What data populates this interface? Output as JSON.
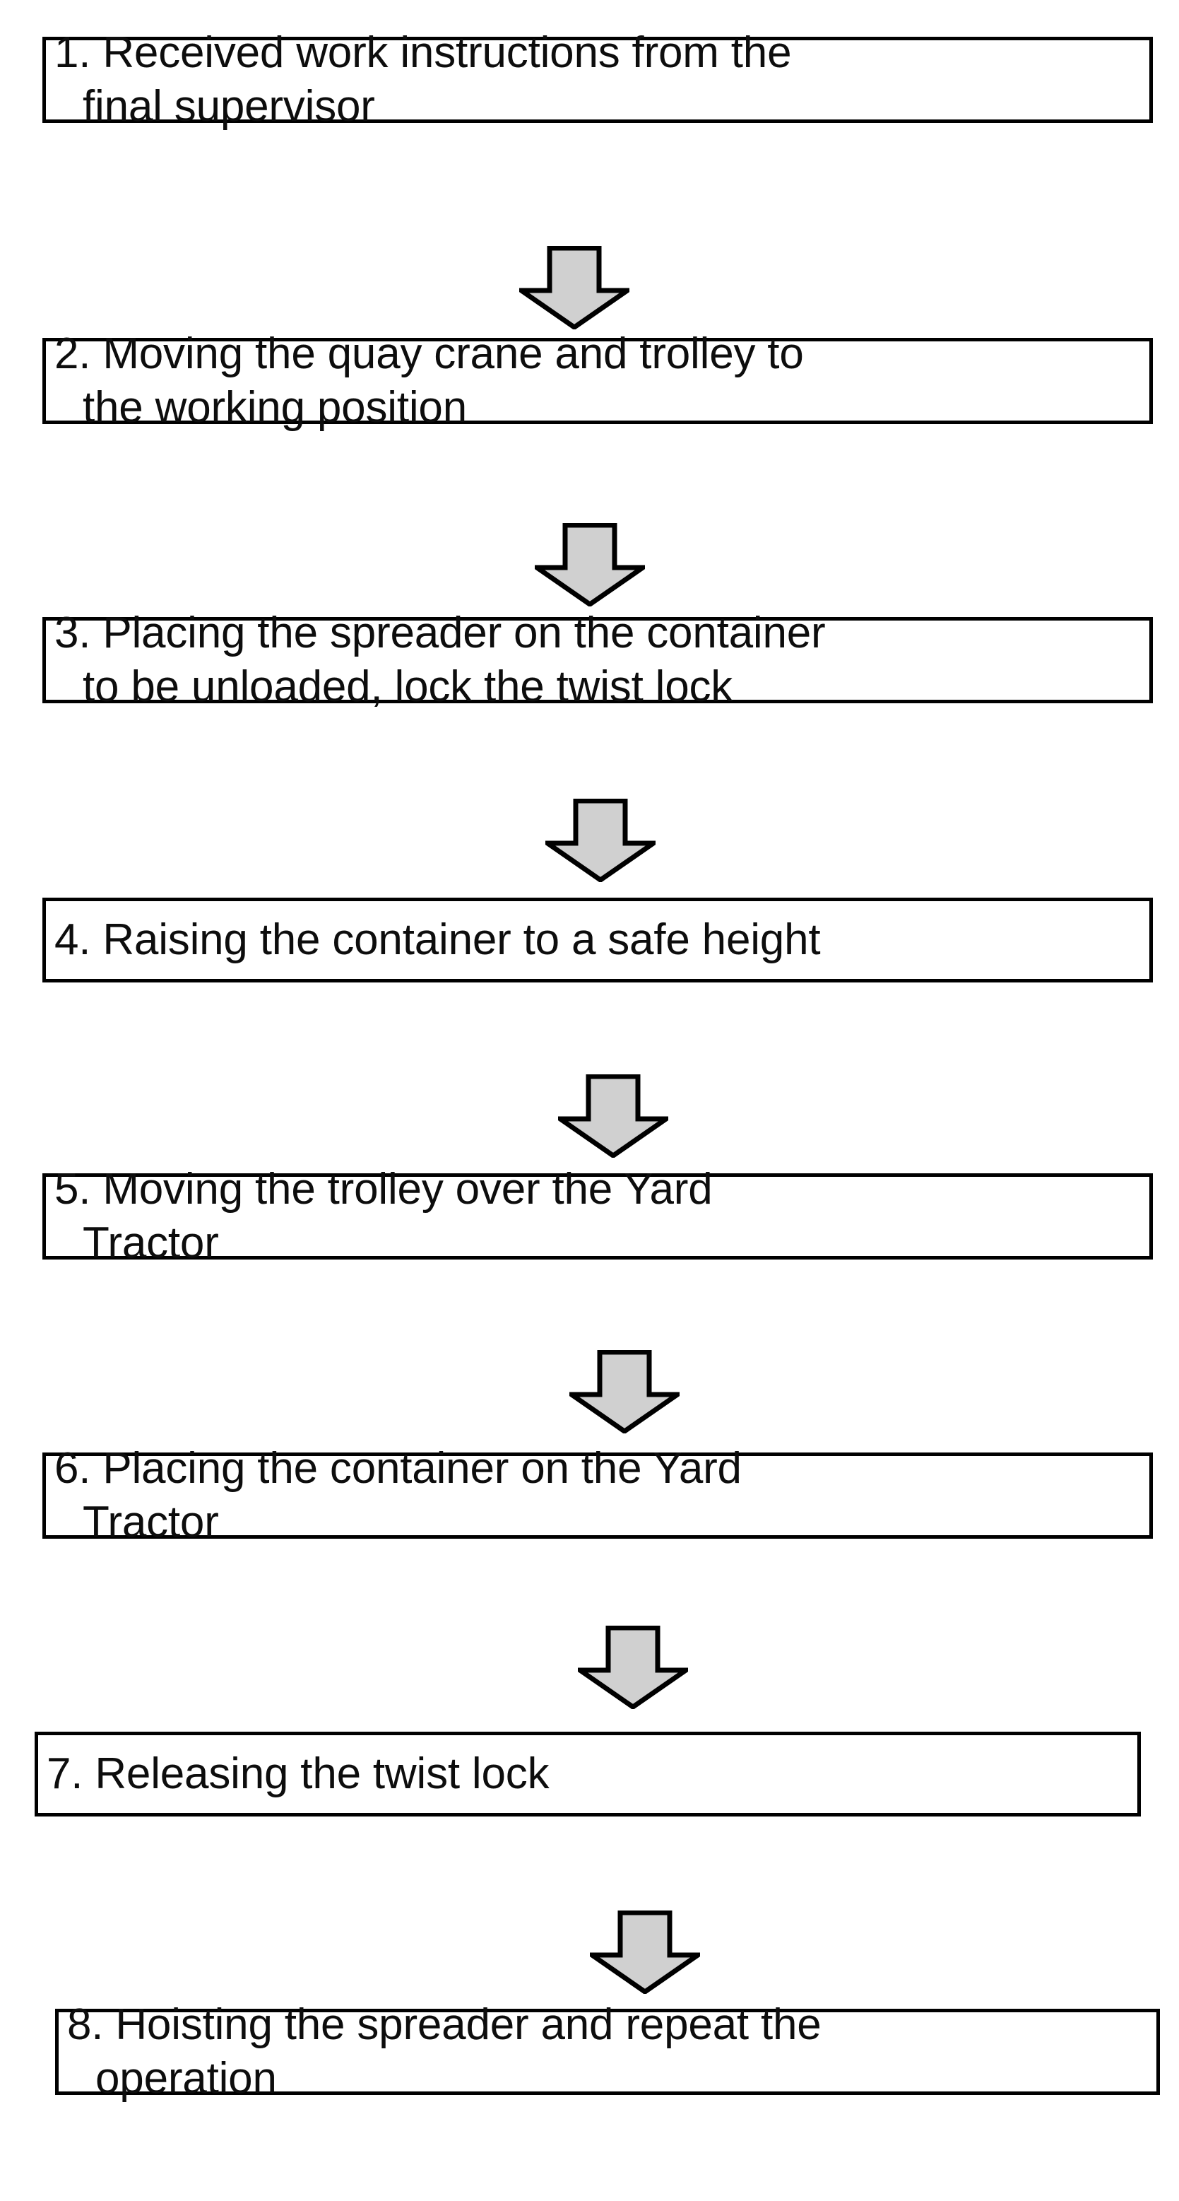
{
  "diagram": {
    "title": "Quay crane container unloading operation flowchart",
    "orientation": "vertical top-to-bottom",
    "box_fill": "#FFFFFF",
    "box_stroke": "#000000",
    "arrow_fill": "#D0D0D0",
    "arrow_stroke": "#000000",
    "text_color": "#0D0D0D",
    "steps": [
      {
        "number": "1.",
        "text": "1. Received work instructions from the\nfinal supervisor",
        "line1": "Received work instructions from the",
        "line2": "final supervisor"
      },
      {
        "number": "2.",
        "text": "2. Moving the quay crane and trolley to\nthe working position",
        "line1": "Moving the quay crane and trolley to",
        "line2": "the working position"
      },
      {
        "number": "3.",
        "text": "3. Placing the spreader on the container\nto be unloaded, lock the twist lock",
        "line1": "Placing the spreader on the container",
        "line2": "to be unloaded, lock the twist lock"
      },
      {
        "number": "4.",
        "text": "4. Raising the container to a safe height",
        "line1": "Raising the container to a safe height",
        "line2": ""
      },
      {
        "number": "5.",
        "text": "5. Moving the trolley over the Yard\nTractor",
        "line1": "Moving the trolley over the Yard",
        "line2": "Tractor"
      },
      {
        "number": "6.",
        "text": "6. Placing the container on the Yard\nTractor",
        "line1": "Placing the container on the Yard",
        "line2": "Tractor"
      },
      {
        "number": "7.",
        "text": "7. Releasing the twist lock",
        "line1": "Releasing the twist lock",
        "line2": ""
      },
      {
        "number": "8.",
        "text": "8. Hoisting the spreader and repeat the\noperation",
        "line1": "Hoisting the spreader and repeat the",
        "line2": "operation"
      }
    ],
    "connectors": [
      {
        "name": "arrow-1-to-2",
        "direction": "down"
      },
      {
        "name": "arrow-2-to-3",
        "direction": "down"
      },
      {
        "name": "arrow-3-to-4",
        "direction": "down"
      },
      {
        "name": "arrow-4-to-5",
        "direction": "down"
      },
      {
        "name": "arrow-5-to-6",
        "direction": "down"
      },
      {
        "name": "arrow-6-to-7",
        "direction": "down"
      },
      {
        "name": "arrow-7-to-8",
        "direction": "down"
      }
    ]
  }
}
